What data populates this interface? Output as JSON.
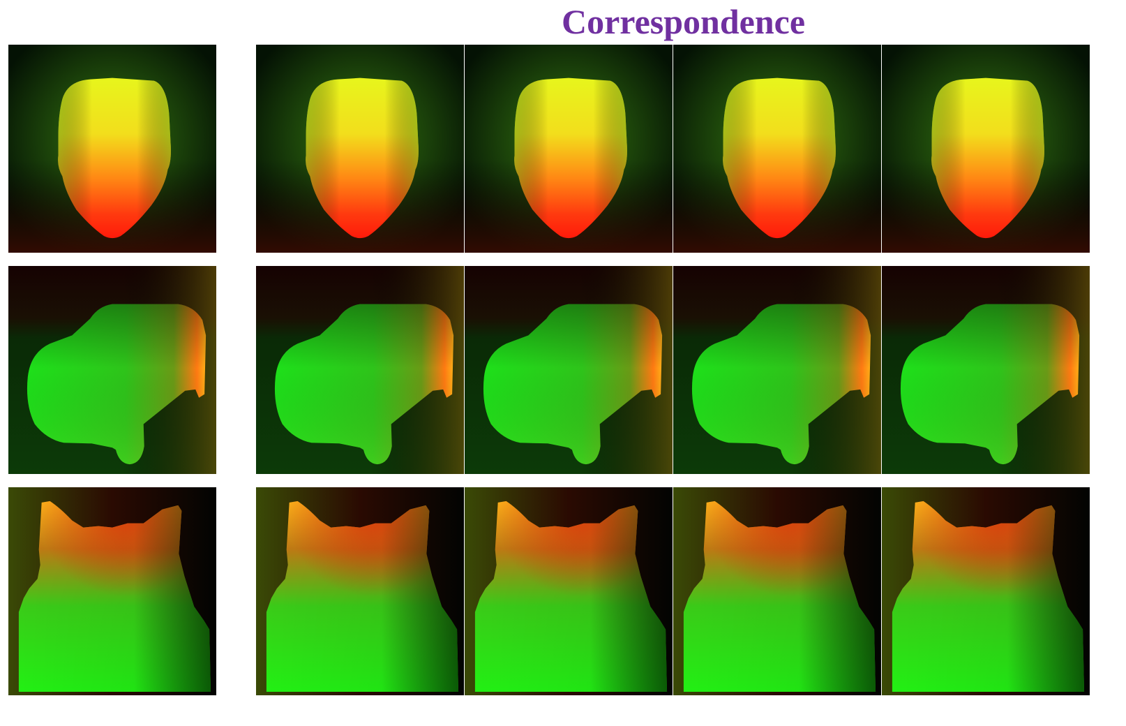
{
  "header": {
    "title": "Correspondence"
  },
  "colors": {
    "title": "#7030a0",
    "face_top": "#f2f21a",
    "face_bottom": "#ff1a0a",
    "car_body": "#22e61a",
    "car_accent": "#ff3a0a",
    "cat_body": "#2ef51a",
    "cat_ears": "#ffd21a",
    "background_dark": "#061a06"
  },
  "rows": [
    {
      "subject": "face",
      "reference_icon": "face-depth-map",
      "correspondence_icons": [
        "face-depth-map",
        "face-depth-map",
        "face-depth-map",
        "face-depth-map"
      ]
    },
    {
      "subject": "car",
      "reference_icon": "car-depth-map",
      "correspondence_icons": [
        "car-depth-map",
        "car-depth-map",
        "car-depth-map",
        "car-depth-map"
      ]
    },
    {
      "subject": "cat",
      "reference_icon": "cat-depth-map",
      "correspondence_icons": [
        "cat-depth-map",
        "cat-depth-map",
        "cat-depth-map",
        "cat-depth-map"
      ]
    }
  ]
}
